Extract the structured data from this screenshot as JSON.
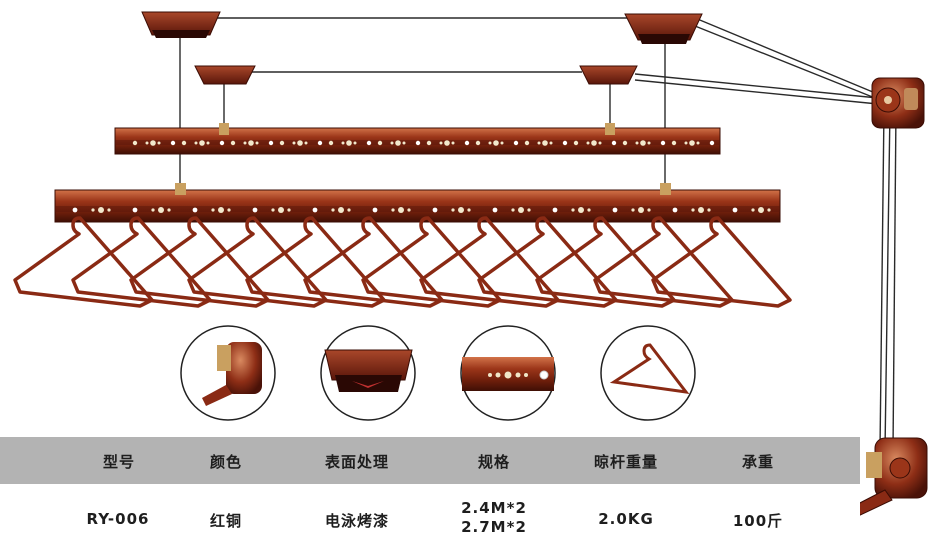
{
  "spec_table": {
    "headers": [
      "型号",
      "颜色",
      "表面处理",
      "规格",
      "晾杆重量",
      "承重"
    ],
    "values": {
      "model": "RY-006",
      "color": "红铜",
      "surface": "电泳烤漆",
      "size_line1": "2.4M*2",
      "size_line2": "2.7M*2",
      "rod_weight": "2.0KG",
      "load": "100斤"
    }
  },
  "colors": {
    "copper": "#8a2a14",
    "copper_highlight": "#c9603a",
    "copper_dark": "#4a1208",
    "cable": "#2a2a2a",
    "header_band": "#b3b3b3"
  },
  "icons": [
    "crank-detail-icon",
    "ceiling-mount-detail-icon",
    "rod-detail-icon",
    "hanger-detail-icon"
  ]
}
